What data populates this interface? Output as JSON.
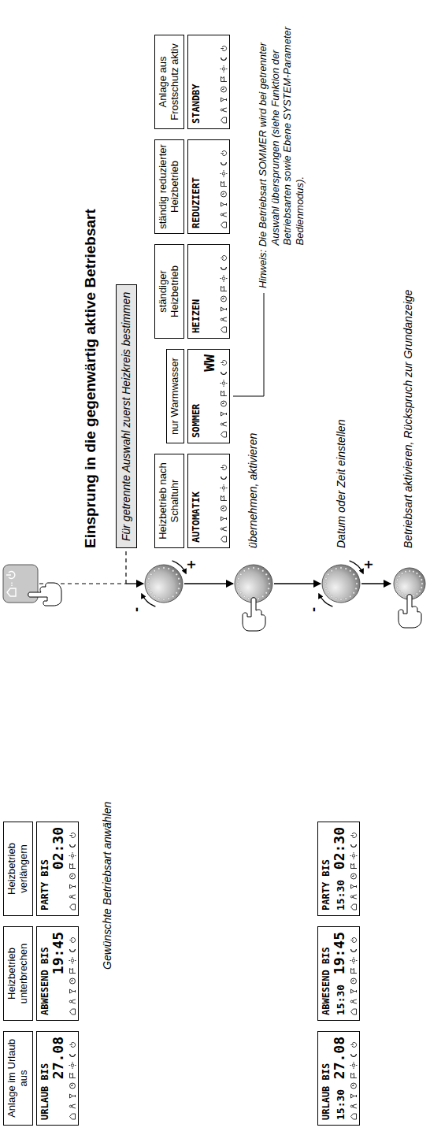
{
  "diagram": {
    "title": "Einsprung in die gegenwärtig aktive Betriebsart",
    "nodes": [
      {
        "text": [
          "Anlage im Urlaub aus"
        ]
      },
      {
        "text": [
          "Heizbetrieb unterbrechen"
        ]
      },
      {
        "text": [
          "Heizbetrieb verlängern"
        ]
      },
      {
        "text": [
          "URLAUB BIS",
          "27.08"
        ]
      },
      {
        "text": [
          "ABWESEND BIS",
          "19:45"
        ]
      },
      {
        "text": [
          "PARTY BIS",
          "02:30"
        ]
      },
      {
        "text": [
          "Für getrennte Auswahl zuerst Heizkreis bestimmen"
        ]
      },
      {
        "text": [
          "Heizbetrieb nach Schaltuhr"
        ]
      },
      {
        "text": [
          "nur Warmwasser"
        ]
      },
      {
        "text": [
          "ständiger Heizbetrieb"
        ]
      },
      {
        "text": [
          "ständig reduzierter Heizbetrieb"
        ]
      },
      {
        "text": [
          "Anlage aus Frostschutz aktiv"
        ]
      },
      {
        "text": [
          "AUTOMATIK"
        ]
      },
      {
        "text": [
          "SOMMER",
          "WW"
        ]
      },
      {
        "text": [
          "HEIZEN"
        ]
      },
      {
        "text": [
          "REDUZIERT"
        ]
      },
      {
        "text": [
          "STANDBY"
        ]
      },
      {
        "text": [
          "URLAUB BIS",
          "15:30",
          "27.08"
        ]
      },
      {
        "text": [
          "ABWESEND BIS",
          "15:30",
          "19:45"
        ]
      },
      {
        "text": [
          "PARTY BIS",
          "15:30",
          "02:30"
        ]
      }
    ],
    "labels": [
      "Gewünschte Betriebsart anwählen",
      "-",
      "+",
      "übernehmen, aktivieren",
      "-",
      "+",
      "Datum oder Zeit einstellen",
      "Betriebsart aktivieren, Rückspruch zur Grundanzeige",
      "Hinweis: Die Betriebsart SOMMER wird bei getrennter Auswahl übersprungen (siehe Funktion der Betriebsarten sowie Ebene SYSTEM-Parameter Bedienmodus)."
    ]
  }
}
